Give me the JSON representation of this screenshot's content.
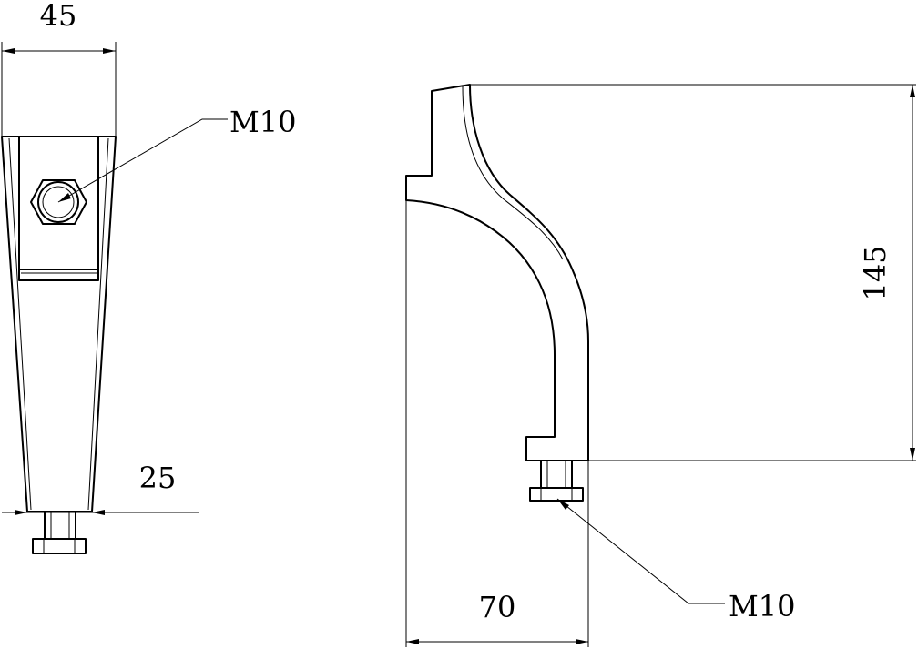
{
  "front_view": {
    "width_top": "45",
    "width_bottom": "25",
    "thread_callout": "M10"
  },
  "side_view": {
    "height": "145",
    "width": "70",
    "thread_callout": "M10"
  }
}
